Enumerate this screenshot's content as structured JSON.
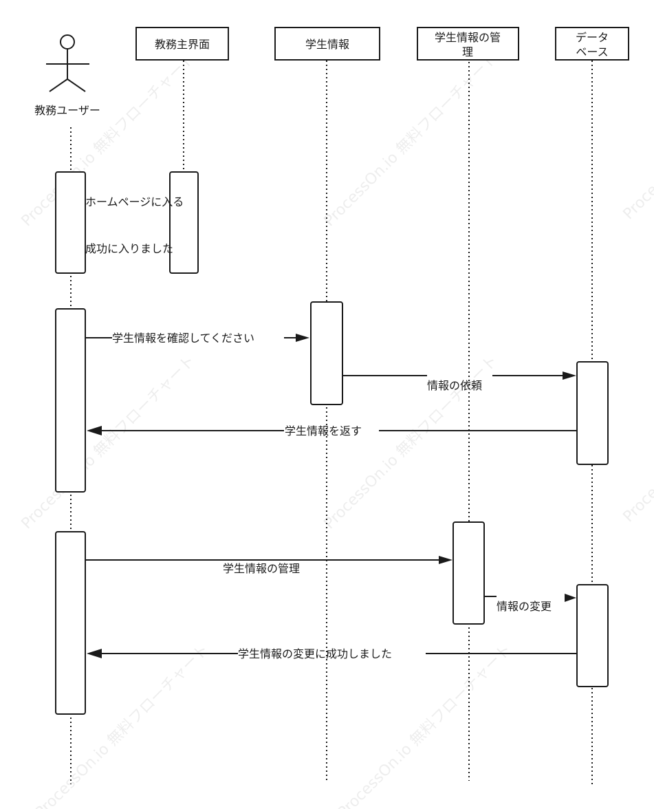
{
  "actor": {
    "name": "教務ユーザー"
  },
  "participants": [
    {
      "id": "ui",
      "lines": [
        "教務主界面"
      ]
    },
    {
      "id": "info",
      "lines": [
        "学生情報"
      ]
    },
    {
      "id": "mgmt",
      "lines": [
        "学生情報の管",
        "理"
      ]
    },
    {
      "id": "db",
      "lines": [
        "データ",
        "ベース"
      ]
    }
  ],
  "messages": [
    {
      "id": "m1",
      "label": "ホームページに入る"
    },
    {
      "id": "m2",
      "label": "成功に入りました"
    },
    {
      "id": "m3",
      "label": "学生情報を確認してください"
    },
    {
      "id": "m4",
      "label": "情報の依頼"
    },
    {
      "id": "m5",
      "label": "学生情報を返す"
    },
    {
      "id": "m6",
      "label": "学生情報の管理"
    },
    {
      "id": "m7",
      "label": "情報の変更"
    },
    {
      "id": "m8",
      "label": "学生情報の変更に成功しました"
    }
  ],
  "watermark": {
    "text": "ProcessOn.io 無料フローチャート"
  },
  "colors": {
    "stroke": "#1a1a1a",
    "background": "#ffffff"
  }
}
